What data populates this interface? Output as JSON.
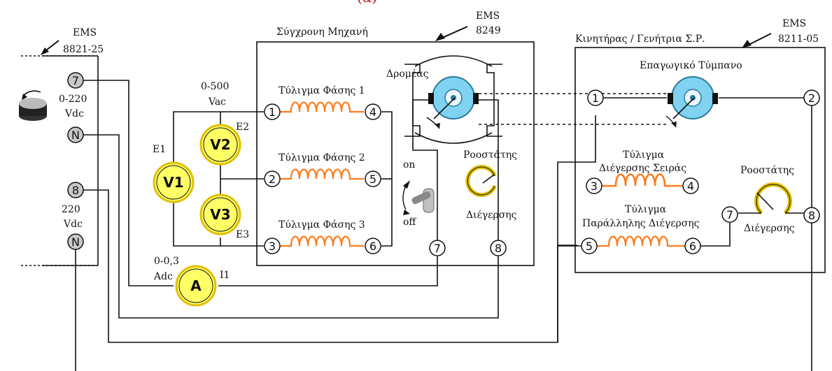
{
  "title_mark": "(α)",
  "left_module": {
    "ems_label": "EMS",
    "model": "8821-25",
    "terminals": [
      "7",
      "N",
      "8",
      "N"
    ],
    "dc_var_label": [
      "0-220",
      "Vdc"
    ],
    "dc_fixed_label": [
      "220",
      "Vdc"
    ]
  },
  "sync_machine": {
    "title": "Σύγχρονη Μηχανή",
    "ems_label": "EMS",
    "model": "8249",
    "rotor_label": "Δρομέας",
    "phase_windings": [
      "Τύλιγμα Φάσης 1",
      "Τύλιγμα Φάσης 2",
      "Τύλιγμα Φάσης 3"
    ],
    "phase_terminals_left": [
      "1",
      "2",
      "3"
    ],
    "phase_terminals_right": [
      "4",
      "5",
      "6"
    ],
    "field_terminals": [
      "7",
      "8"
    ],
    "rheostat_label": "Ροοστάτης",
    "excitation_label": "Διέγερσης",
    "switch_on": "on",
    "switch_off": "off"
  },
  "meters": {
    "v_range": "0-500",
    "v_unit": "Vac",
    "v1": "V1",
    "v2": "V2",
    "v3": "V3",
    "e1": "E1",
    "e2": "E2",
    "e3": "E3",
    "a_range": "0-0,3",
    "a_unit": "Adc",
    "ammeter": "A",
    "i1": "I1"
  },
  "dc_machine": {
    "title": "Κινητήρας / Γενήτρια Σ.Ρ.",
    "ems_label": "EMS",
    "model": "8211-05",
    "drum_label": "Επαγωγικό Τύμπανο",
    "armature_terminals": [
      "1",
      "2"
    ],
    "series_field_label": [
      "Τύλιγμα",
      "Διέγερσης Σειράς"
    ],
    "series_terminals": [
      "3",
      "4"
    ],
    "shunt_field_label": [
      "Τύλιγμα",
      "Παράλληλης Διέγερσης"
    ],
    "shunt_terminals": [
      "5",
      "6"
    ],
    "rheostat_label": "Ροοστάτης",
    "excitation_label": "Διέγερσης",
    "rheostat_terminals": [
      "7",
      "8"
    ]
  },
  "colors": {
    "coil": "#ff7a1a",
    "meter_fill": "#ffff66",
    "meter_ring": "#e0c000",
    "rotor": "#7fd3f0",
    "terminal_grey": "#c8c8c8",
    "title_red": "#cc0000"
  }
}
